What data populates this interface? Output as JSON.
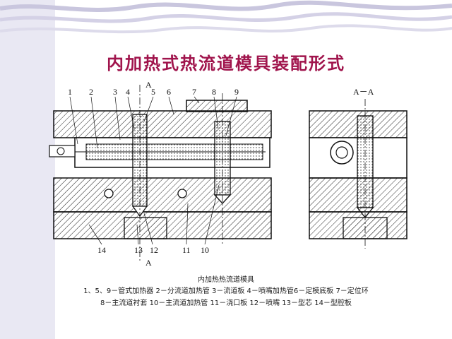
{
  "slide": {
    "title": "内加热式热流道模具装配形式"
  },
  "drawing": {
    "section_mark": "A",
    "section_view_label": "A－A",
    "callouts_top": [
      "1",
      "2",
      "3",
      "4",
      "5",
      "6",
      "7",
      "8",
      "9"
    ],
    "callouts_bottom": [
      "14",
      "13",
      "12",
      "11",
      "10"
    ]
  },
  "caption": {
    "title": "内加热热流道模具",
    "line1": "1、5、9－管式加热器  2－分流道加热管  3－流道板  4－喷嘴加热管6－定模底板  7－定位环",
    "line2": "8－主流道衬套  10－主流道加热管  11－浇口板  12－喷嘴  13－型芯  14－型腔板"
  },
  "colors": {
    "title": "#a0144c",
    "wave": "#c9c6de",
    "panel": "#e9e8f3"
  }
}
